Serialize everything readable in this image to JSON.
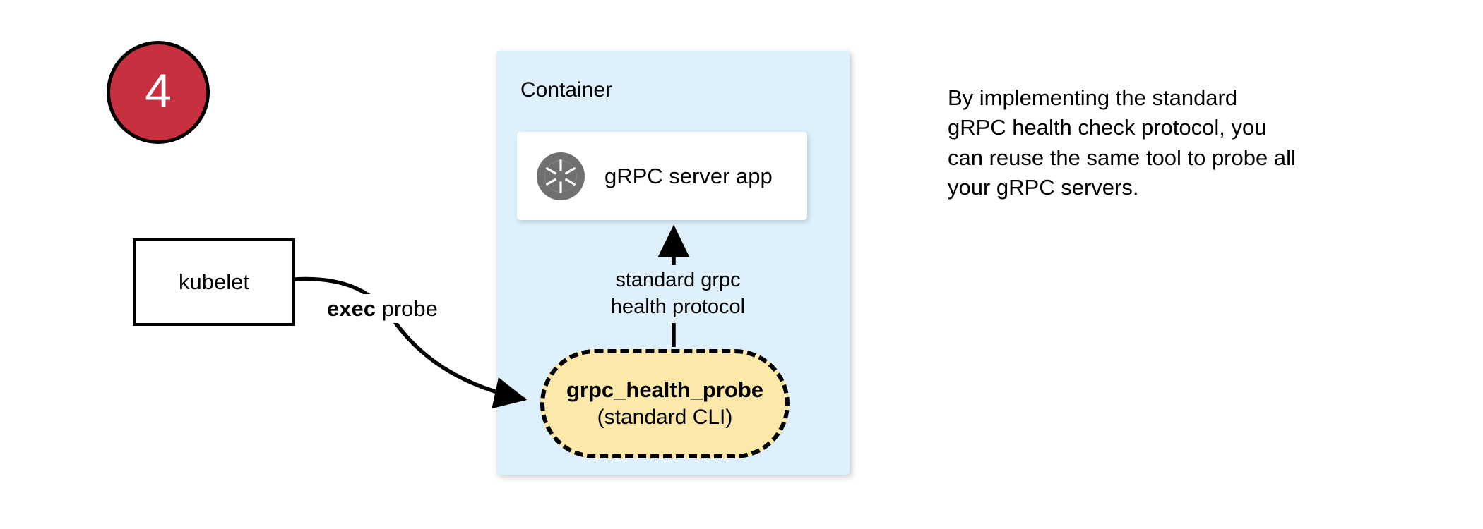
{
  "step": {
    "number": "4"
  },
  "kubelet": {
    "label": "kubelet"
  },
  "edges": {
    "exec_probe_bold": "exec",
    "exec_probe_rest": " probe",
    "protocol_line1": "standard grpc",
    "protocol_line2": "health protocol"
  },
  "container": {
    "title": "Container",
    "fill": "#ddf0fb"
  },
  "server_app": {
    "label": "gRPC server app",
    "icon": "grpc-aperture-icon",
    "icon_color": "#707070"
  },
  "probe": {
    "name": "grpc_health_probe",
    "subtitle": "(standard CLI)",
    "fill": "#fce8a9",
    "border": "#000000"
  },
  "caption": {
    "line1": "By implementing the standard",
    "line2": "gRPC health check protocol, you",
    "line3": "can reuse the same tool to probe all",
    "line4": "your gRPC servers."
  },
  "colors": {
    "badge_fill": "#c8303f",
    "badge_text": "#ffffff",
    "stroke": "#000000",
    "page_bg": "#ffffff"
  }
}
